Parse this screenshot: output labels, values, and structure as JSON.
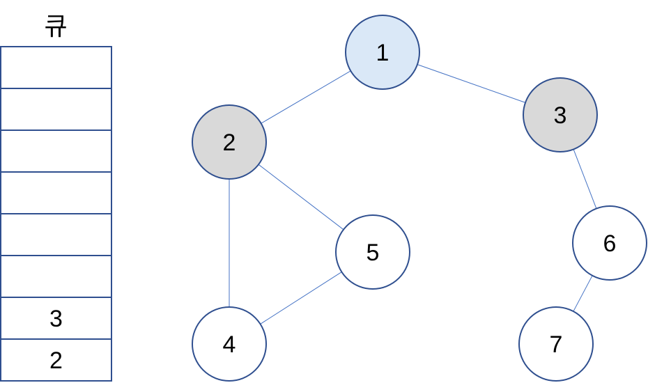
{
  "queue": {
    "title": "큐",
    "slots": [
      "",
      "",
      "",
      "",
      "",
      "",
      "3",
      "2"
    ]
  },
  "graph": {
    "nodes": [
      {
        "id": "1",
        "label": "1",
        "state": "current"
      },
      {
        "id": "2",
        "label": "2",
        "state": "visited"
      },
      {
        "id": "3",
        "label": "3",
        "state": "visited"
      },
      {
        "id": "4",
        "label": "4",
        "state": "unvisited"
      },
      {
        "id": "5",
        "label": "5",
        "state": "unvisited"
      },
      {
        "id": "6",
        "label": "6",
        "state": "unvisited"
      },
      {
        "id": "7",
        "label": "7",
        "state": "unvisited"
      }
    ],
    "edges": [
      [
        "1",
        "2"
      ],
      [
        "1",
        "3"
      ],
      [
        "2",
        "4"
      ],
      [
        "2",
        "5"
      ],
      [
        "4",
        "5"
      ],
      [
        "3",
        "6"
      ],
      [
        "6",
        "7"
      ]
    ]
  },
  "colors": {
    "current": "#dae8f7",
    "visited": "#d9d9d9",
    "unvisited": "#ffffff",
    "border": "#2f4f8f",
    "edge": "#4472c4"
  }
}
